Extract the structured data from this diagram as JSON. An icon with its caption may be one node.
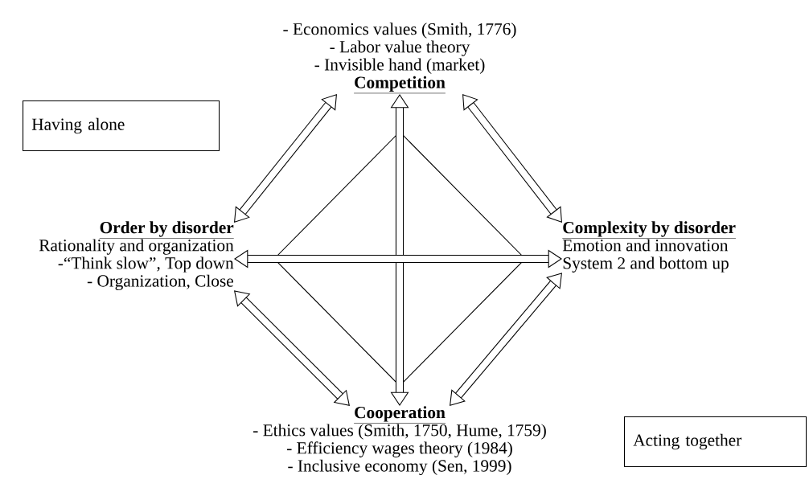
{
  "diagram": {
    "nodes": [
      {
        "text": [
          "- Economics values (Smith, 1776)",
          "- Labor value theory",
          "- Invisible hand (market)",
          "Competition"
        ]
      },
      {
        "text": [
          "Order by disorder",
          "Rationality and organization",
          "-“Think slow”, Top down",
          "- Organization, Close"
        ]
      },
      {
        "text": [
          "Complexity by disorder",
          "Emotion and innovation",
          "System 2 and bottom up"
        ]
      },
      {
        "text": [
          "Cooperation",
          "- Ethics values (Smith, 1750, Hume, 1759)",
          "- Efficiency wages theory (1984)",
          "- Inclusive economy (Sen, 1999)"
        ]
      },
      {
        "text": [
          "Having alone"
        ]
      },
      {
        "text": [
          "Acting together"
        ]
      }
    ],
    "edges": [
      {
        "from": 0,
        "to": 1,
        "arrow": "both"
      },
      {
        "from": 0,
        "to": 2,
        "arrow": "both"
      },
      {
        "from": 1,
        "to": 3,
        "arrow": "both"
      },
      {
        "from": 2,
        "to": 3,
        "arrow": "both"
      },
      {
        "from": 0,
        "to": 3,
        "arrow": "both"
      },
      {
        "from": 1,
        "to": 2,
        "arrow": "both"
      }
    ]
  }
}
